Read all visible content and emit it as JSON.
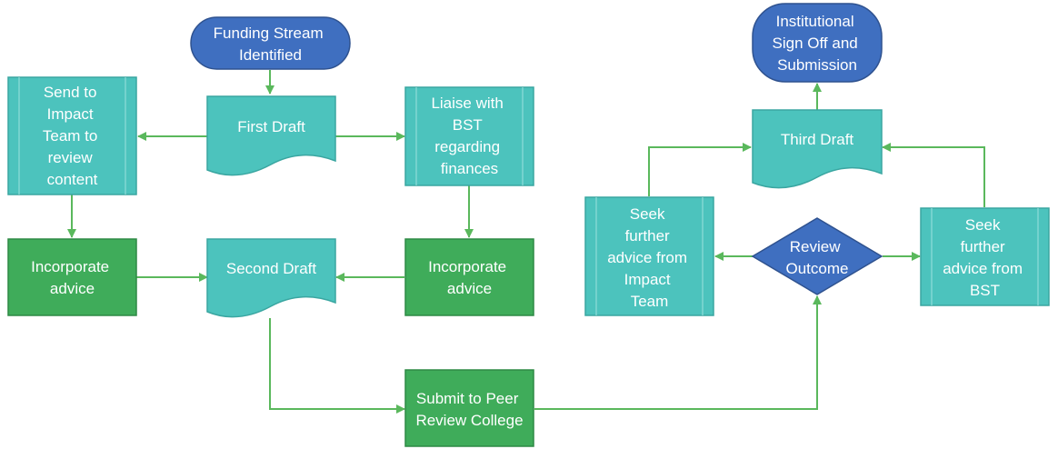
{
  "colors": {
    "terminal_fill": "#3f6fc0",
    "terminal_stroke": "#2f528f",
    "document_fill": "#4cc3bd",
    "document_stroke": "#3aa6a1",
    "process_fill": "#4cc3bd",
    "process_stroke": "#3aa6a1",
    "green_fill": "#3fac5a",
    "green_stroke": "#2e8a45",
    "decision_fill": "#3f6fc0",
    "decision_stroke": "#2f528f",
    "connector": "#5ab85c"
  },
  "nodes": {
    "funding": {
      "lines": [
        "Funding Stream",
        "Identified"
      ]
    },
    "first_draft": {
      "lines": [
        "First Draft"
      ]
    },
    "send_impact": {
      "lines": [
        "Send to",
        "Impact",
        "Team to",
        "review",
        "content"
      ]
    },
    "liaise_bst": {
      "lines": [
        "Liaise with",
        "BST",
        "regarding",
        "finances"
      ]
    },
    "incorporate_left": {
      "lines": [
        "Incorporate",
        "advice"
      ]
    },
    "second_draft": {
      "lines": [
        "Second Draft"
      ]
    },
    "incorporate_right": {
      "lines": [
        "Incorporate",
        "advice"
      ]
    },
    "submit_peer": {
      "lines": [
        "Submit to Peer",
        "Review College"
      ]
    },
    "review_outcome": {
      "lines": [
        "Review",
        "Outcome"
      ]
    },
    "seek_impact": {
      "lines": [
        "Seek",
        "further",
        "advice from",
        "Impact",
        "Team"
      ]
    },
    "seek_bst": {
      "lines": [
        "Seek",
        "further",
        "advice from",
        "BST"
      ]
    },
    "third_draft": {
      "lines": [
        "Third Draft"
      ]
    },
    "institutional": {
      "lines": [
        "Institutional",
        "Sign Off and",
        "Submission"
      ]
    }
  }
}
